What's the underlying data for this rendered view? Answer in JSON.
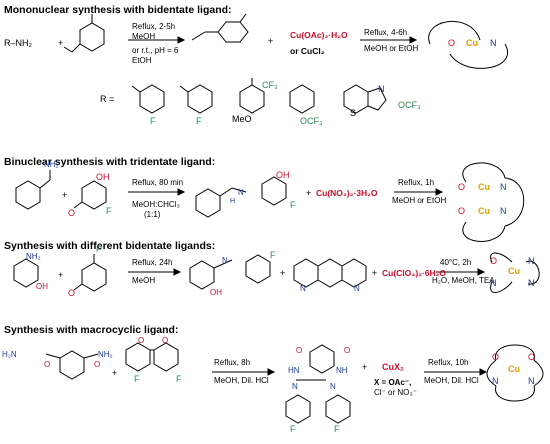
{
  "sections": [
    {
      "title": "Mononuclear synthesis with bidentate ligand:",
      "conditions": {
        "step1_top": "Reflux, 2-5h",
        "step1_mid": "MeOH",
        "step1_alt": "or r.t., pH = 6",
        "step1_alt2": "EtOH",
        "step2_top": "Reflux, 4-6h",
        "step2_bot": "MeOH or EtOH"
      },
      "reagents": {
        "amine": "R–NH₂",
        "metal_salt_1": "Cu(OAc)₂·H₂O",
        "metal_salt_2": "or CuCl₂",
        "r_label": "R ="
      },
      "complex": {
        "center": "Cu",
        "donor_o": "O",
        "donor_n": "N"
      },
      "substituents": [
        "F",
        "F",
        "CF₃",
        "MeO",
        "OCF₃",
        "S",
        "N",
        "OCF₃"
      ]
    },
    {
      "title": "Binuclear synthesis with tridentate ligand:",
      "conditions": {
        "step1_top": "Reflux, 80 min",
        "step1_bot": "MeOH:CHCl₃",
        "step1_ratio": "(1:1)",
        "step2_top": "Reflux, 1h",
        "step2_bot": "MeOH or EtOH"
      },
      "reagents": {
        "metal_salt": "Cu(NO₃)₂·3H₂O",
        "nh": "NH₂",
        "hydrazide_n": "N",
        "h": "H",
        "f": "F",
        "oh": "OH",
        "o": "O"
      },
      "complex": {
        "center": "Cu",
        "donor_o": "O",
        "donor_n": "N"
      }
    },
    {
      "title": "Synthesis with different bidentate ligands:",
      "conditions": {
        "step1_top": "Reflux, 24h",
        "step1_bot": "MeOH",
        "step2_top": "40°C, 2h",
        "step2_bot": "H₂O, MeOH, TEA"
      },
      "reagents": {
        "metal_salt": "Cu(ClO₄)₂·6H₂O",
        "nh2": "NH₂",
        "oh": "OH",
        "f": "F",
        "o": "O",
        "n": "N"
      },
      "complex": {
        "center": "Cu",
        "donor_o": "O",
        "donor_n": "N"
      }
    },
    {
      "title": "Synthesis with macrocyclic ligand:",
      "conditions": {
        "step1_top": "Reflux, 8h",
        "step1_bot": "MeOH, Dil. HCl",
        "step2_top": "Reflux, 10h",
        "step2_bot": "MeOH, Dil. HCl"
      },
      "reagents": {
        "metal_salt": "CuX₂",
        "x_def": "X = OAc⁻,",
        "x_def2": "Cl⁻ or NO₃⁻",
        "h2n": "H₂N",
        "nh2": "NH₂",
        "nh_l": "HN",
        "nh_r": "NH",
        "hn_l": "HN",
        "f": "F",
        "o": "O",
        "n": "N"
      },
      "complex": {
        "center": "Cu",
        "donor_o": "O",
        "donor_n": "N"
      }
    }
  ],
  "colors": {
    "metal": "#c8102e",
    "copper": "#e0a000",
    "nitrogen": "#1f3a93",
    "oxygen": "#c8102e",
    "halogen": "#2e8b57"
  }
}
